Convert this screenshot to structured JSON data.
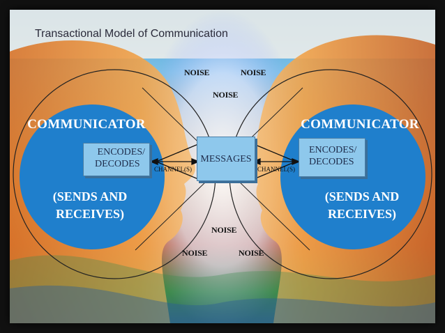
{
  "title": "Transactional Model of Communication",
  "left": {
    "title": "COMMUNICATOR",
    "encodes": "ENCODES/",
    "decodes": "DECODES",
    "sub_line1": "(SENDS AND",
    "sub_line2": "RECEIVES)"
  },
  "right": {
    "title": "COMMUNICATOR",
    "encodes": "ENCODES/",
    "decodes": "DECODES",
    "sub_line1": "(SENDS AND",
    "sub_line2": "RECEIVES)"
  },
  "messages": "MESSAGES",
  "channel_left": "CHANNEL(S)",
  "channel_right": "CHANNEL(S)",
  "noise": [
    "NOISE",
    "NOISE",
    "NOISE",
    "NOISE",
    "NOISE",
    "NOISE"
  ],
  "colors": {
    "communicator_fill": "#1f7fcc",
    "box_fill": "#8ec8ec"
  }
}
